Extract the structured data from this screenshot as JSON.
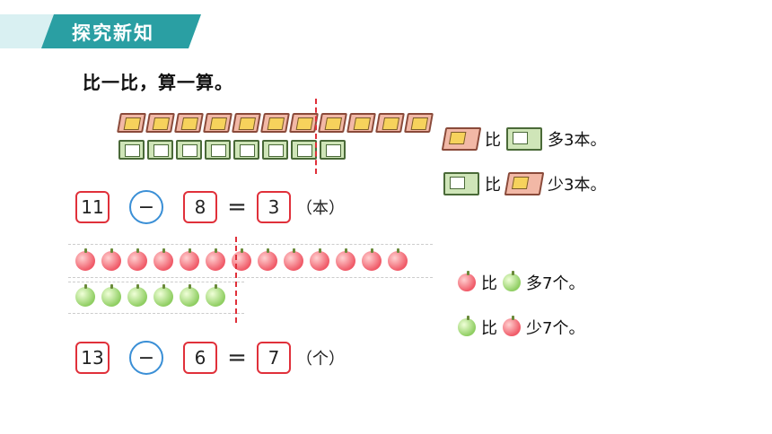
{
  "header": {
    "title": "探究新知"
  },
  "instruction": "比一比，算一算。",
  "books": {
    "red_count": 11,
    "green_count": 8
  },
  "fruits": {
    "red_count": 13,
    "green_count": 6
  },
  "equation1": {
    "a": "11",
    "op": "−",
    "b": "8",
    "eq": "=",
    "result": "3",
    "unit": "（本）"
  },
  "equation2": {
    "a": "13",
    "op": "−",
    "b": "6",
    "eq": "=",
    "result": "7",
    "unit": "（个）"
  },
  "statements": {
    "s1": {
      "compare": "比",
      "result": "多3本。"
    },
    "s2": {
      "compare": "比",
      "result": "少3本。"
    },
    "s3": {
      "compare": "比",
      "result": "多7个。"
    },
    "s4": {
      "compare": "比",
      "result": "少7个。"
    }
  },
  "colors": {
    "accent": "#2a9fa3",
    "box_border": "#e0303a",
    "op_circle": "#3a8fd6"
  }
}
